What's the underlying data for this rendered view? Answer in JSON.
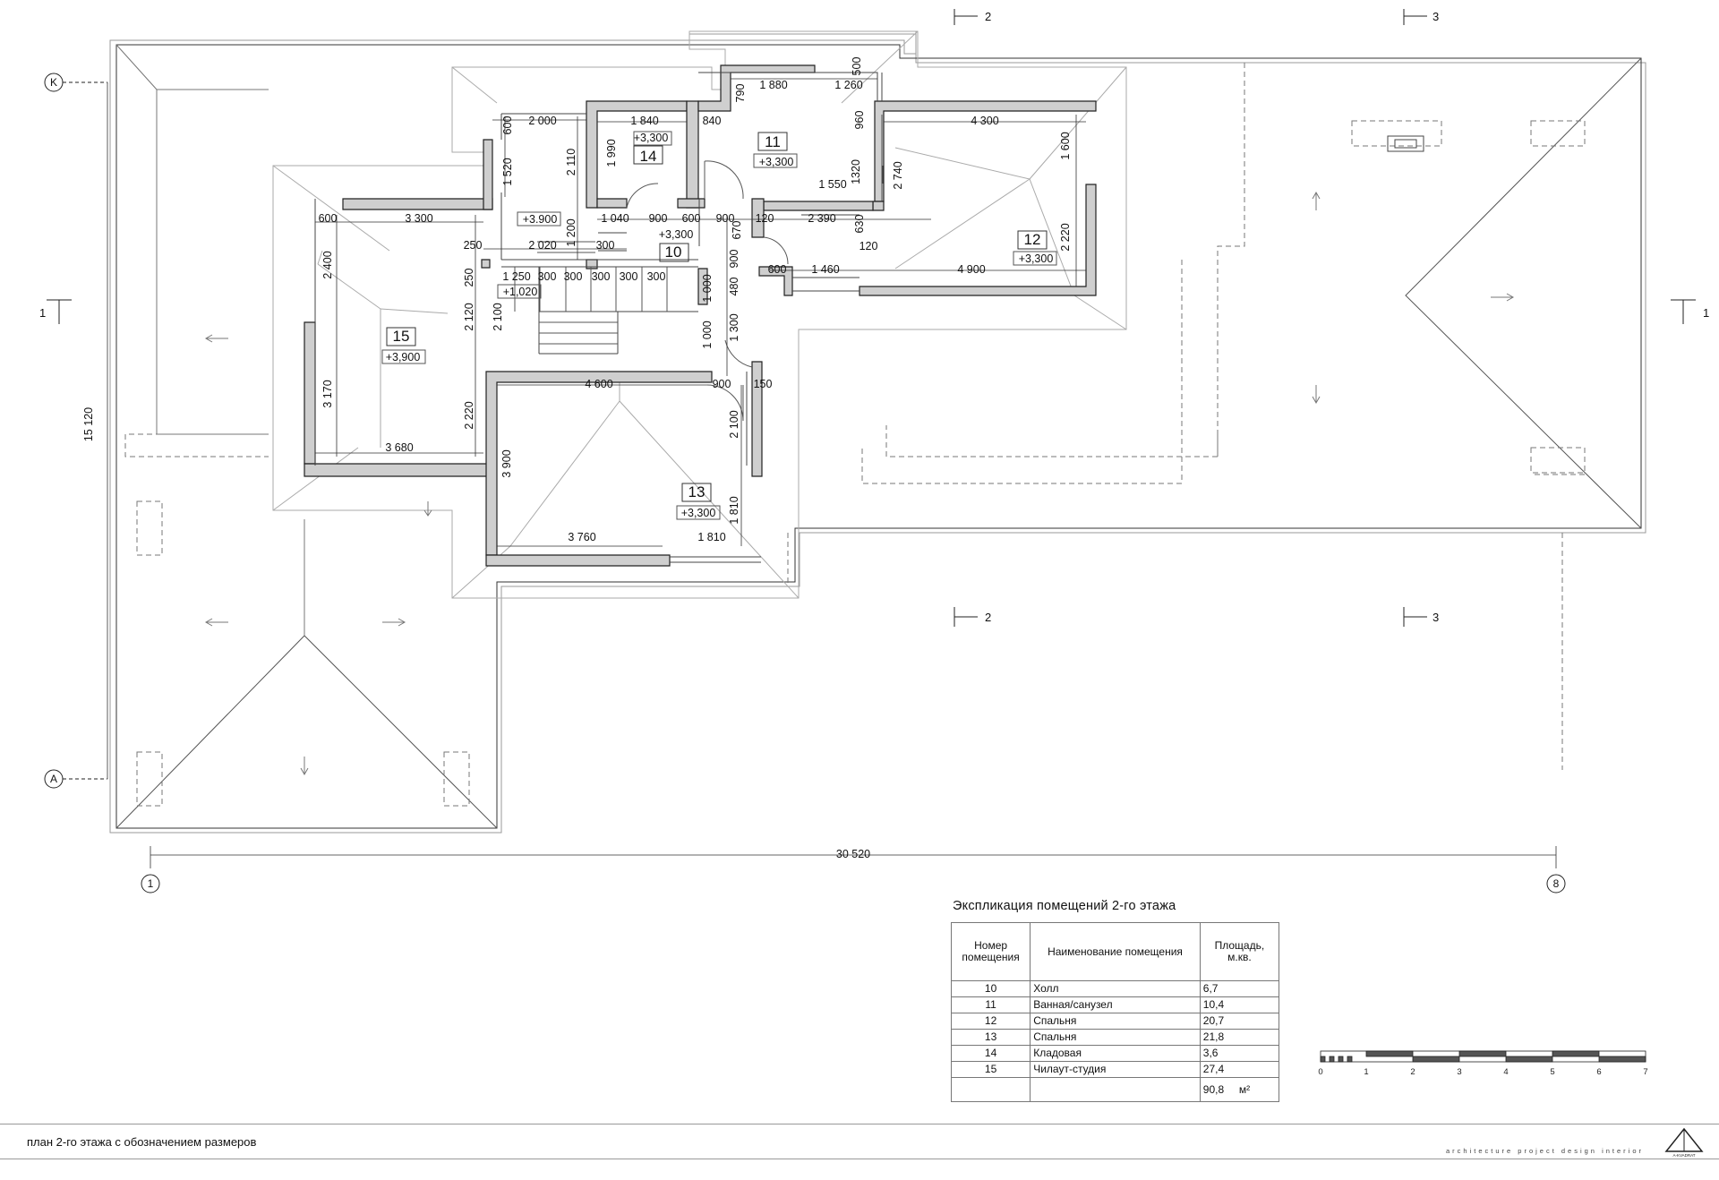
{
  "rooms": [
    {
      "id": "10",
      "level": "+3,300"
    },
    {
      "id": "11",
      "level": "+3,300"
    },
    {
      "id": "12",
      "level": "+3,300"
    },
    {
      "id": "13",
      "level": "+3,300"
    },
    {
      "id": "14",
      "level": "+3,300"
    },
    {
      "id": "15",
      "level": "+3,900"
    }
  ],
  "levels_extra": [
    "+3.900",
    "+1,020"
  ],
  "dimensions": [
    "500",
    "1 880",
    "1 260",
    "790",
    "960",
    "1 840",
    "840",
    "2 000",
    "600",
    "1 990",
    "1 520",
    "2 110",
    "1 200",
    "4 300",
    "1 600",
    "1 550",
    "1320",
    "2 740",
    "1 040",
    "900",
    "600",
    "900",
    "120",
    "2 390",
    "670",
    "630",
    "120",
    "2 220",
    "600",
    "3 300",
    "250",
    "2 020",
    "300",
    "2 400",
    "250",
    "1 250",
    "300",
    "300",
    "300",
    "300",
    "300",
    "900",
    "600",
    "1 460",
    "4 900",
    "2 120",
    "2 100",
    "1 000",
    "480",
    "1 300",
    "1 000",
    "4 600",
    "900",
    "150",
    "3 170",
    "2 220",
    "2 100",
    "3 680",
    "3 900",
    "1 810",
    "3 760",
    "1 810",
    "15 120",
    "30 520"
  ],
  "axes": {
    "top": "K",
    "bottom": "A",
    "left": "1",
    "right": "8"
  },
  "cuts": {
    "s1": "1",
    "s2": "2",
    "s3": "3"
  },
  "explication": {
    "title": "Экспликация помещений 2-го этажа",
    "headers": [
      "Номер помещения",
      "Наименование помещения",
      "Площадь, м.кв."
    ],
    "rows": [
      {
        "num": "10",
        "name": "Холл",
        "area": "6,7"
      },
      {
        "num": "11",
        "name": "Ванная/санузел",
        "area": "10,4"
      },
      {
        "num": "12",
        "name": "Спальня",
        "area": "20,7"
      },
      {
        "num": "13",
        "name": "Спальня",
        "area": "21,8"
      },
      {
        "num": "14",
        "name": "Кладовая",
        "area": "3,6"
      },
      {
        "num": "15",
        "name": "Чилаут-студия",
        "area": "27,4"
      }
    ],
    "total": "90,8",
    "unit": "м²"
  },
  "scale_bar": {
    "ticks": [
      "0",
      "1",
      "2",
      "3",
      "4",
      "5",
      "6",
      "7"
    ]
  },
  "footer": {
    "title": "план 2-го этажа с обозначением размеров",
    "tagline": "architecture   project   design   interior",
    "logo_text": "A-KVADRAT"
  },
  "colors": {
    "wall": "#cfcfcf",
    "line": "#222222",
    "dashed": "#777777"
  }
}
